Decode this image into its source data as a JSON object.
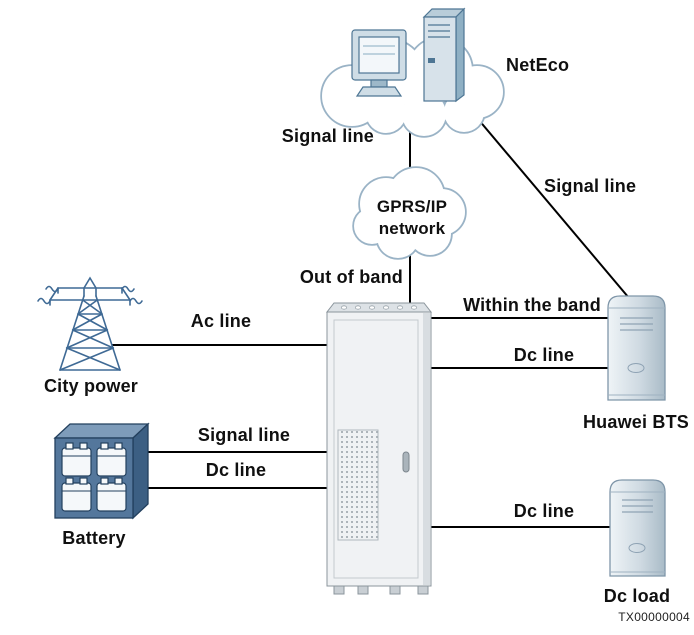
{
  "diagram": {
    "figure_code": "TX00000004",
    "nodes": {
      "neteco": {
        "label": "NetEco"
      },
      "gprs_network": {
        "label": "GPRS/IP network"
      },
      "city_power": {
        "label": "City power"
      },
      "battery": {
        "label": "Battery"
      },
      "huawei_bts": {
        "label": "Huawei BTS"
      },
      "dc_load": {
        "label": "Dc load"
      }
    },
    "edges": {
      "neteco_to_gprs": {
        "label": "Signal line"
      },
      "neteco_to_bts": {
        "label": "Signal line"
      },
      "gprs_to_cabinet": {
        "label": "Out of band"
      },
      "cabinet_to_bts_signal": {
        "label": "Within the band"
      },
      "cabinet_to_bts_dc": {
        "label": "Dc line"
      },
      "city_power_to_cabinet": {
        "label": "Ac line"
      },
      "battery_to_cabinet_signal": {
        "label": "Signal line"
      },
      "battery_to_cabinet_dc": {
        "label": "Dc line"
      },
      "cabinet_to_dc_load": {
        "label": "Dc line"
      }
    },
    "colors": {
      "connection_line": "#000000",
      "cloud_stroke": "#9ab3c6",
      "equipment_blue": "#4e7694",
      "battery_blue": "#54779c",
      "tower_blue": "#3f6a95",
      "cabinet_gray": "#f0f2f4"
    }
  }
}
